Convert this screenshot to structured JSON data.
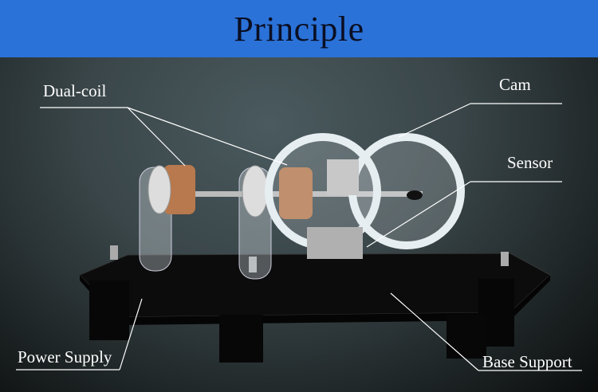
{
  "header": {
    "title": "Principle"
  },
  "labels": {
    "dual_coil": "Dual-coil",
    "cam": "Cam",
    "sensor": "Sensor",
    "power_supply": "Power Supply",
    "base_support": "Base Support"
  },
  "colors": {
    "header_bg": "#2b72d8",
    "title_text": "#0a0f24",
    "label_text": "#ffffff"
  }
}
